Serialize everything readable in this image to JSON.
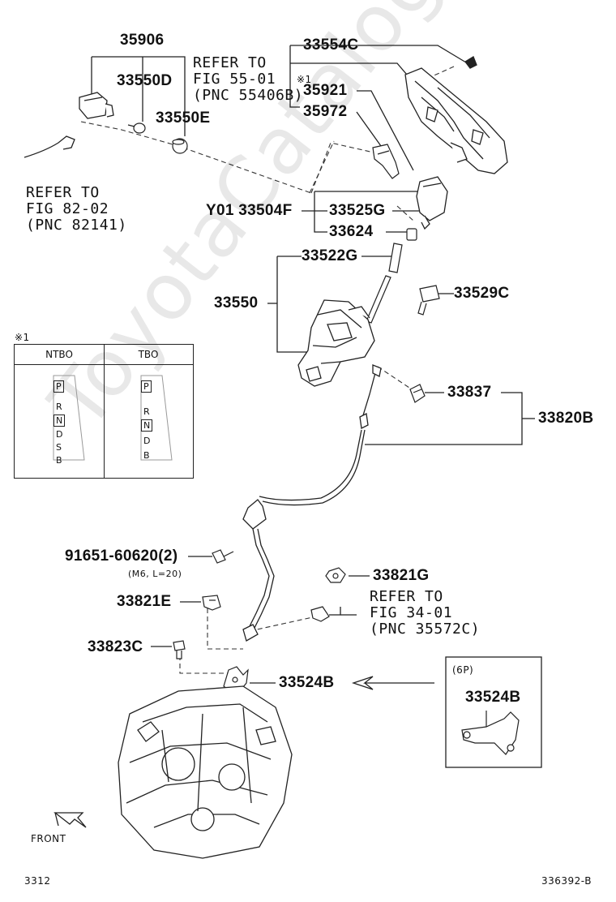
{
  "labels": {
    "p35906": "35906",
    "p33550D": "33550D",
    "p33550E": "33550E",
    "refer55_l1": "REFER TO",
    "refer55_l2": "FIG 55-01",
    "refer55_l3": "(PNC 55406B)",
    "p33554C": "33554C",
    "note1_mark": "※1",
    "p35921": "35921",
    "p35972": "35972",
    "refer82_l1": "REFER TO",
    "refer82_l2": "FIG 82-02",
    "refer82_l3": "(PNC 82141)",
    "p33504F": "Y01 33504F",
    "p33525G": "33525G",
    "p33624": "33624",
    "p33522G": "33522G",
    "p33550": "33550",
    "p33529C": "33529C",
    "p33837": "33837",
    "p33820B": "33820B",
    "p91651": "91651-60620(2)",
    "p91651_note": "(M6, L=20)",
    "p33821G": "33821G",
    "p33821E": "33821E",
    "refer34_l1": "REFER TO",
    "refer34_l2": "FIG 34-01",
    "refer34_l3": "(PNC 35572C)",
    "p33823C": "33823C",
    "p33524B": "33524B",
    "inset_tag": "(6P)",
    "inset_part": "33524B",
    "front": "FRONT",
    "page_code": "3312",
    "diagram_code": "336392-B",
    "watermark": "ToyotaCatalog.ru"
  },
  "table": {
    "title": "※1",
    "col1_header": "NTBO",
    "col2_header": "TBO",
    "col1_gears": [
      "P",
      "R",
      "N",
      "D",
      "S",
      "B"
    ],
    "col2_gears": [
      "P",
      "R",
      "N",
      "D",
      "B"
    ]
  }
}
